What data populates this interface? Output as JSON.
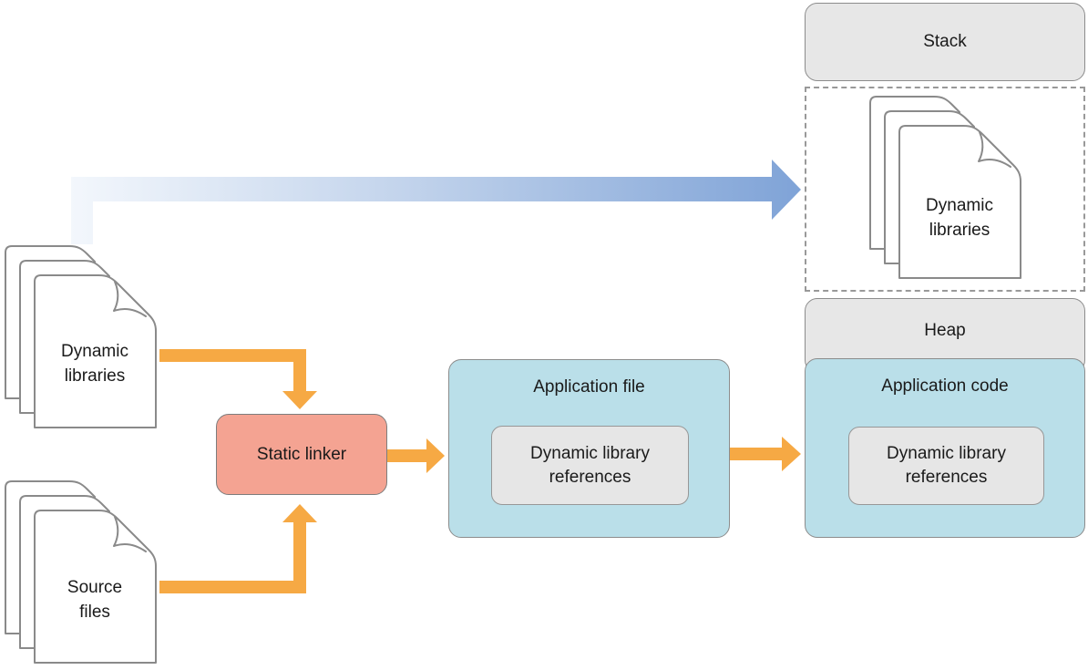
{
  "memory": {
    "stack": {
      "label": "Stack"
    },
    "stack_contents": {
      "label": "Dynamic\nlibraries"
    },
    "heap": {
      "label": "Heap",
      "app_code": {
        "title": "Application code",
        "refs_label": "Dynamic library\nreferences"
      }
    }
  },
  "inputs": {
    "dynamic_libraries": {
      "label": "Dynamic\nlibraries"
    },
    "source_files": {
      "label": "Source\nfiles"
    }
  },
  "static_linker": {
    "label": "Static linker"
  },
  "application_file": {
    "title": "Application file",
    "refs_label": "Dynamic library\nreferences"
  },
  "colors": {
    "box_gray": "#E7E7E7",
    "box_blue": "#BADFE9",
    "box_salmon": "#F4A392",
    "arrow_orange": "#F6A944",
    "arrow_blue": "#7FA3D7",
    "border_gray": "#8C8C8C"
  }
}
